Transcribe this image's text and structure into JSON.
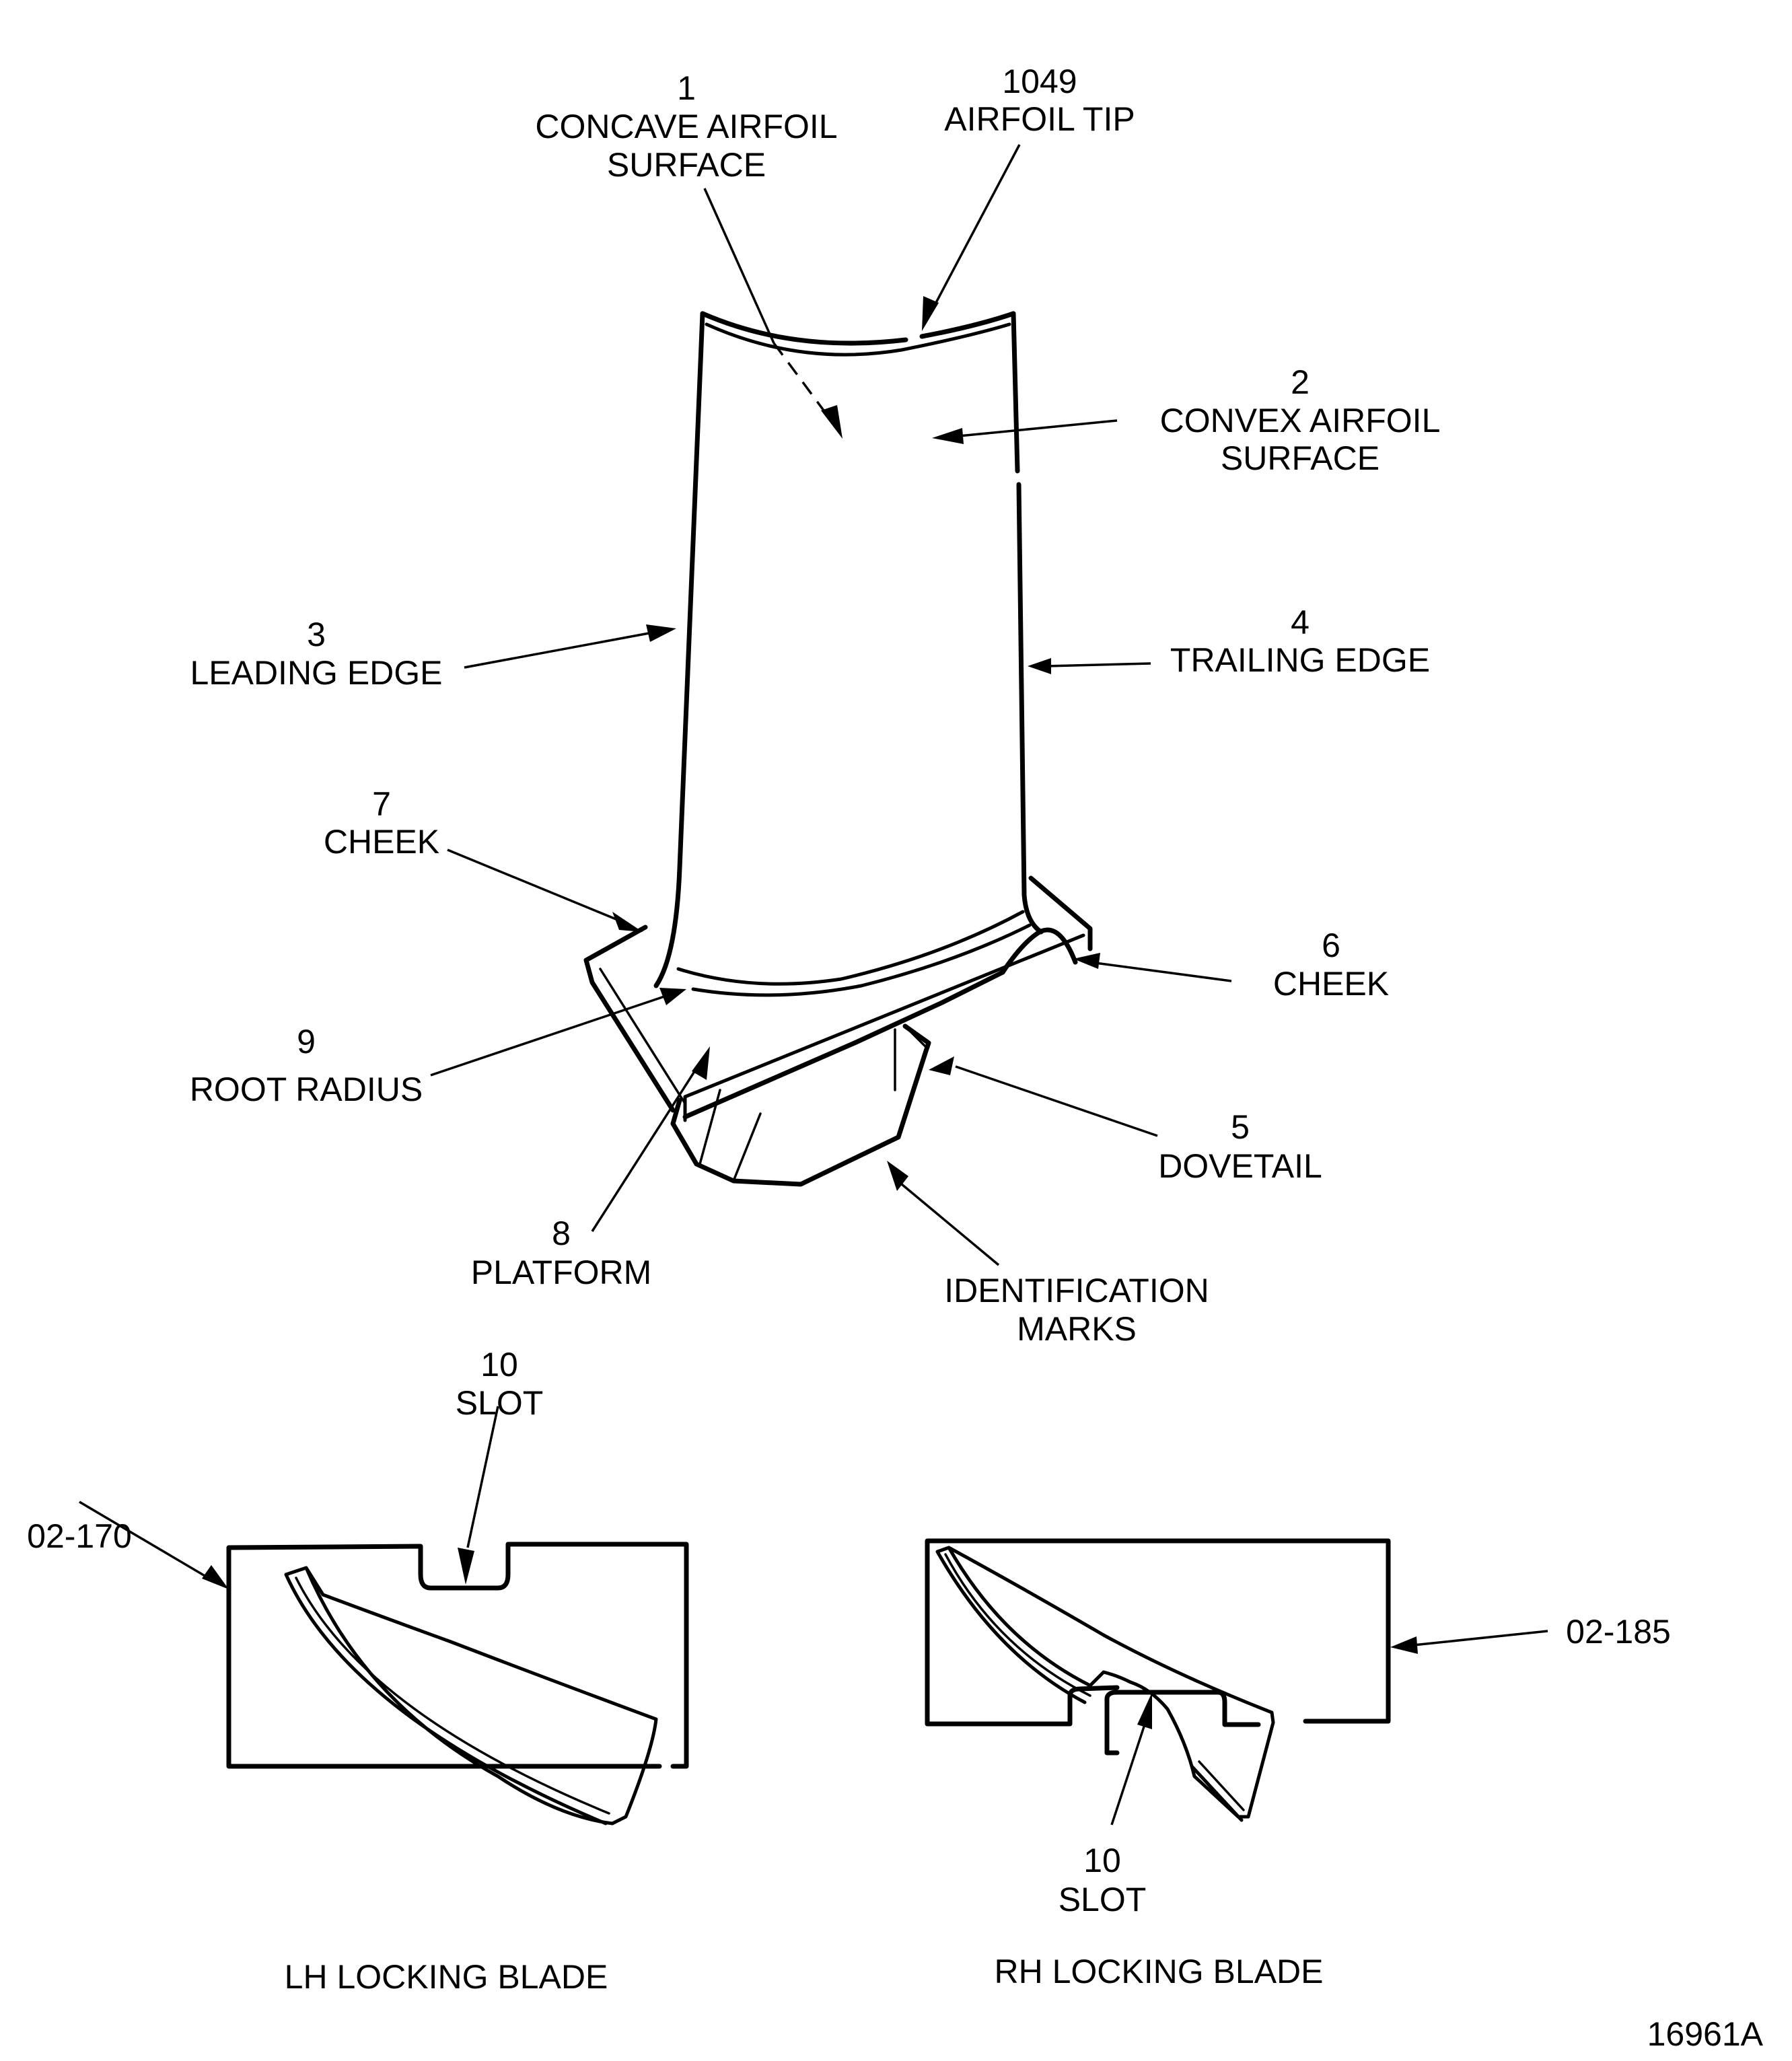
{
  "figure_id": "16961A",
  "main_view": {
    "callouts": [
      {
        "key": "c1",
        "number": "1",
        "lines": [
          "CONCAVE AIRFOIL",
          "SURFACE"
        ]
      },
      {
        "key": "c1049",
        "number": "1049",
        "lines": [
          "AIRFOIL TIP"
        ]
      },
      {
        "key": "c2",
        "number": "2",
        "lines": [
          "CONVEX AIRFOIL",
          "SURFACE"
        ]
      },
      {
        "key": "c3",
        "number": "3",
        "lines": [
          "LEADING EDGE"
        ]
      },
      {
        "key": "c4",
        "number": "4",
        "lines": [
          "TRAILING EDGE"
        ]
      },
      {
        "key": "c7",
        "number": "7",
        "lines": [
          "CHEEK"
        ]
      },
      {
        "key": "c6",
        "number": "6",
        "lines": [
          "CHEEK"
        ]
      },
      {
        "key": "c9",
        "number": "9",
        "lines": [
          "ROOT RADIUS"
        ]
      },
      {
        "key": "c5",
        "number": "5",
        "lines": [
          "DOVETAIL"
        ]
      },
      {
        "key": "c8",
        "number": "8",
        "lines": [
          "PLATFORM"
        ]
      },
      {
        "key": "cid",
        "number": "",
        "lines": [
          "IDENTIFICATION",
          "MARKS"
        ]
      }
    ]
  },
  "lh_view": {
    "title": "LH LOCKING BLADE",
    "part_ref": "02-170",
    "slot_callout": {
      "number": "10",
      "label": "SLOT"
    }
  },
  "rh_view": {
    "title": "RH LOCKING BLADE",
    "part_ref": "02-185",
    "slot_callout": {
      "number": "10",
      "label": "SLOT"
    }
  }
}
